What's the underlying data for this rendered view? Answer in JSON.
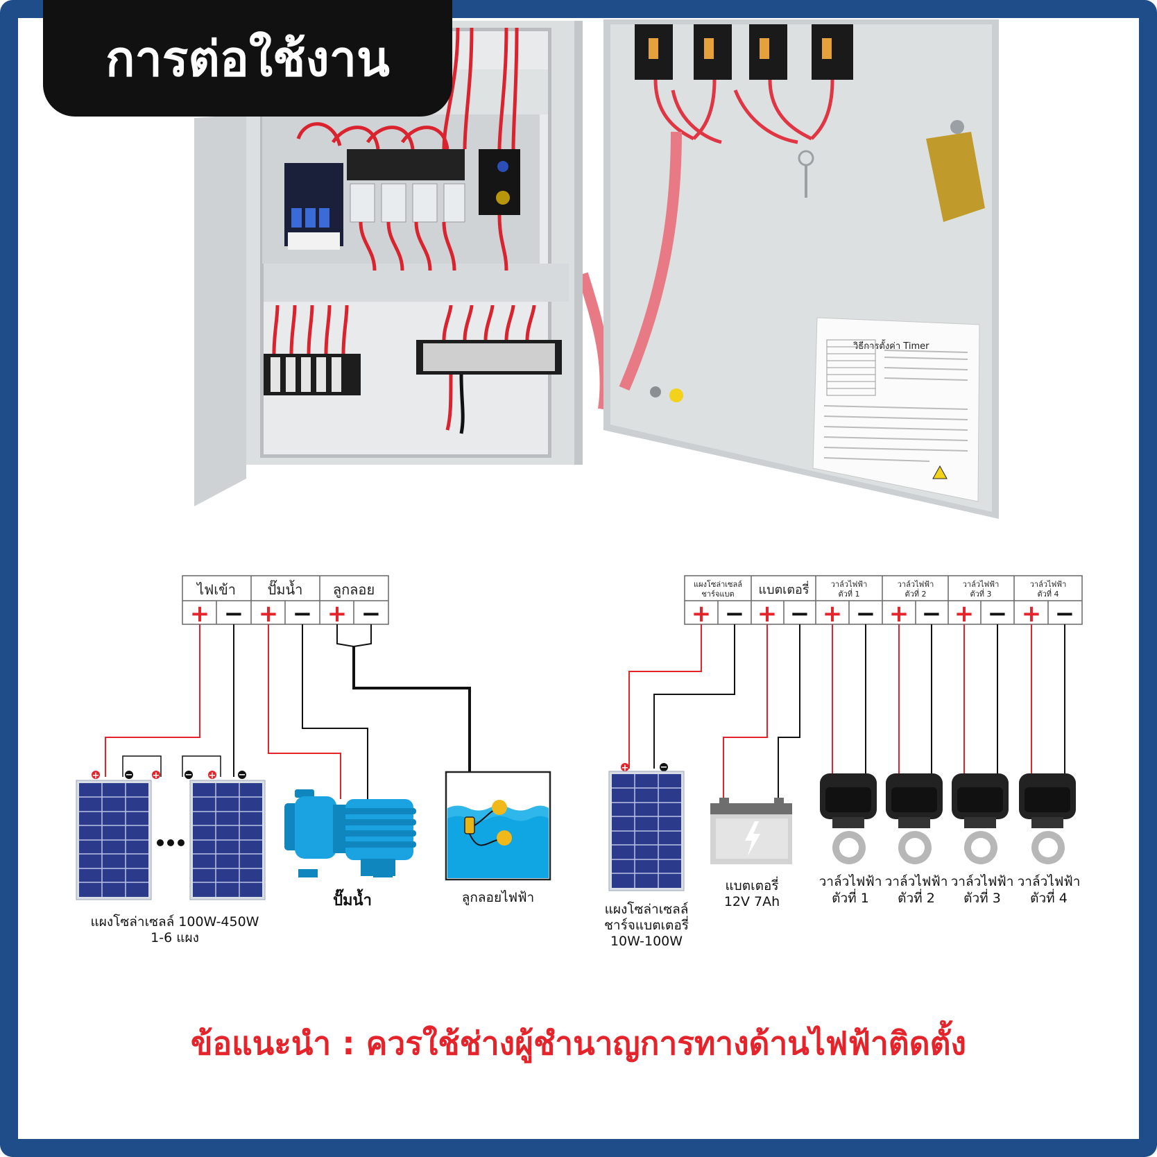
{
  "header": {
    "title": "การต่อใช้งาน"
  },
  "cabinet": {
    "timer_sheet_title": "วิธีการตั้งค่า Timer"
  },
  "left_terminal": {
    "groups": [
      {
        "label": "ไฟเข้า"
      },
      {
        "label": "ปั๊มน้ำ"
      },
      {
        "label": "ลูกลอย"
      }
    ],
    "plus": "+",
    "minus": "−"
  },
  "right_terminal": {
    "groups": [
      {
        "label_line1": "แผงโซล่าเซลล์",
        "label_line2": "ชาร์จแบต"
      },
      {
        "label_line1": "แบตเตอรี่",
        "label_line2": ""
      },
      {
        "label_line1": "วาล์วไฟฟ้า",
        "label_line2": "ตัวที่ 1"
      },
      {
        "label_line1": "วาล์วไฟฟ้า",
        "label_line2": "ตัวที่ 2"
      },
      {
        "label_line1": "วาล์วไฟฟ้า",
        "label_line2": "ตัวที่ 3"
      },
      {
        "label_line1": "วาล์วไฟฟ้า",
        "label_line2": "ตัวที่ 4"
      }
    ]
  },
  "devices": {
    "solar_main": {
      "line1": "แผงโซล่าเซลล์ 100W-450W",
      "line2": "1-6 แผง"
    },
    "pump": {
      "label": "ปั๊มน้ำ"
    },
    "float_switch": {
      "label": "ลูกลอยไฟฟ้า"
    },
    "solar_charge": {
      "line1": "แผงโซล่าเซลล์",
      "line2": "ชาร์จแบตเตอรี่",
      "line3": "10W-100W"
    },
    "battery": {
      "line1": "แบตเตอรี่",
      "line2": "12V 7Ah"
    },
    "valves": [
      {
        "line1": "วาล์วไฟฟ้า",
        "line2": "ตัวที่ 1"
      },
      {
        "line1": "วาล์วไฟฟ้า",
        "line2": "ตัวที่ 2"
      },
      {
        "line1": "วาล์วไฟฟ้า",
        "line2": "ตัวที่ 3"
      },
      {
        "line1": "วาล์วไฟฟ้า",
        "line2": "ตัวที่ 4"
      }
    ]
  },
  "footer": {
    "advice": "ข้อแนะนำ : ควรใช้ช่างผู้ชำนาญการทางด้านไฟฟ้าติดตั้ง"
  },
  "colors": {
    "frame": "#1f4d8a",
    "wire_red": "#e4232b",
    "wire_black": "#111111",
    "panel_blue": "#2c3a8c",
    "pump_blue": "#1aa3e0",
    "advice": "#e4232b"
  }
}
